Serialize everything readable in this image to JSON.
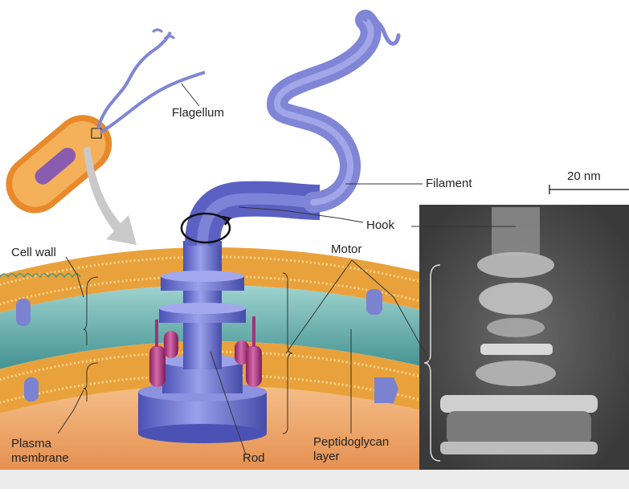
{
  "labels": {
    "flagellum": "Flagellum",
    "filament": "Filament",
    "hook": "Hook",
    "motor": "Motor",
    "cell_wall": "Cell wall",
    "plasma_membrane_line1": "Plasma",
    "plasma_membrane_line2": "membrane",
    "rod": "Rod",
    "peptidoglycan_line1": "Peptidoglycan",
    "peptidoglycan_line2": "layer",
    "scale": "20 nm"
  },
  "colors": {
    "bacterium_outer": "#e8892b",
    "bacterium_inner": "#f4b15a",
    "flagellum_blue": "#7f86d6",
    "membrane_orange": "#e9a23b",
    "peptidoglycan_teal": "#3f9a9a",
    "cytoplasm": "#e07b3c",
    "motor_blue": "#5b62c4",
    "motor_magenta": "#a4307a",
    "micrograph_bg": "#5a5a5a"
  }
}
